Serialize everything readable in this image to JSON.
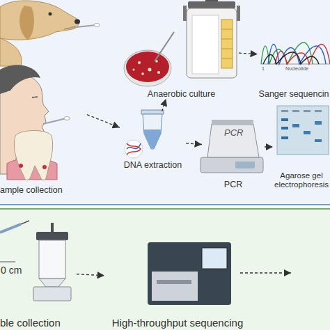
{
  "diagram": {
    "nodes": [
      {
        "text": [
          "ample collection"
        ]
      },
      {
        "text": [
          "DNA extraction"
        ]
      },
      {
        "text": [
          "Anaerobic culture"
        ]
      },
      {
        "text": [
          "Sanger sequencin"
        ]
      },
      {
        "text": [
          "PCR"
        ]
      },
      {
        "text": [
          "Agarose gel electrophoresis"
        ]
      },
      {
        "text": [
          "ble collection"
        ]
      },
      {
        "text": [
          "High-throughput sequencing"
        ]
      }
    ],
    "edges": [
      {
        "from": 0,
        "to": 1,
        "arrow": "to"
      },
      {
        "from": 1,
        "to": 2,
        "arrow": "to"
      },
      {
        "from": 2,
        "to": 3,
        "arrow": "to"
      },
      {
        "from": 1,
        "to": 4,
        "arrow": "to"
      },
      {
        "from": 4,
        "to": 5,
        "arrow": "to"
      },
      {
        "from": 6,
        "to": 7,
        "arrow": "to"
      }
    ],
    "labels": [
      "PCR",
      "1",
      "Nucleotide",
      "0 cm"
    ]
  }
}
